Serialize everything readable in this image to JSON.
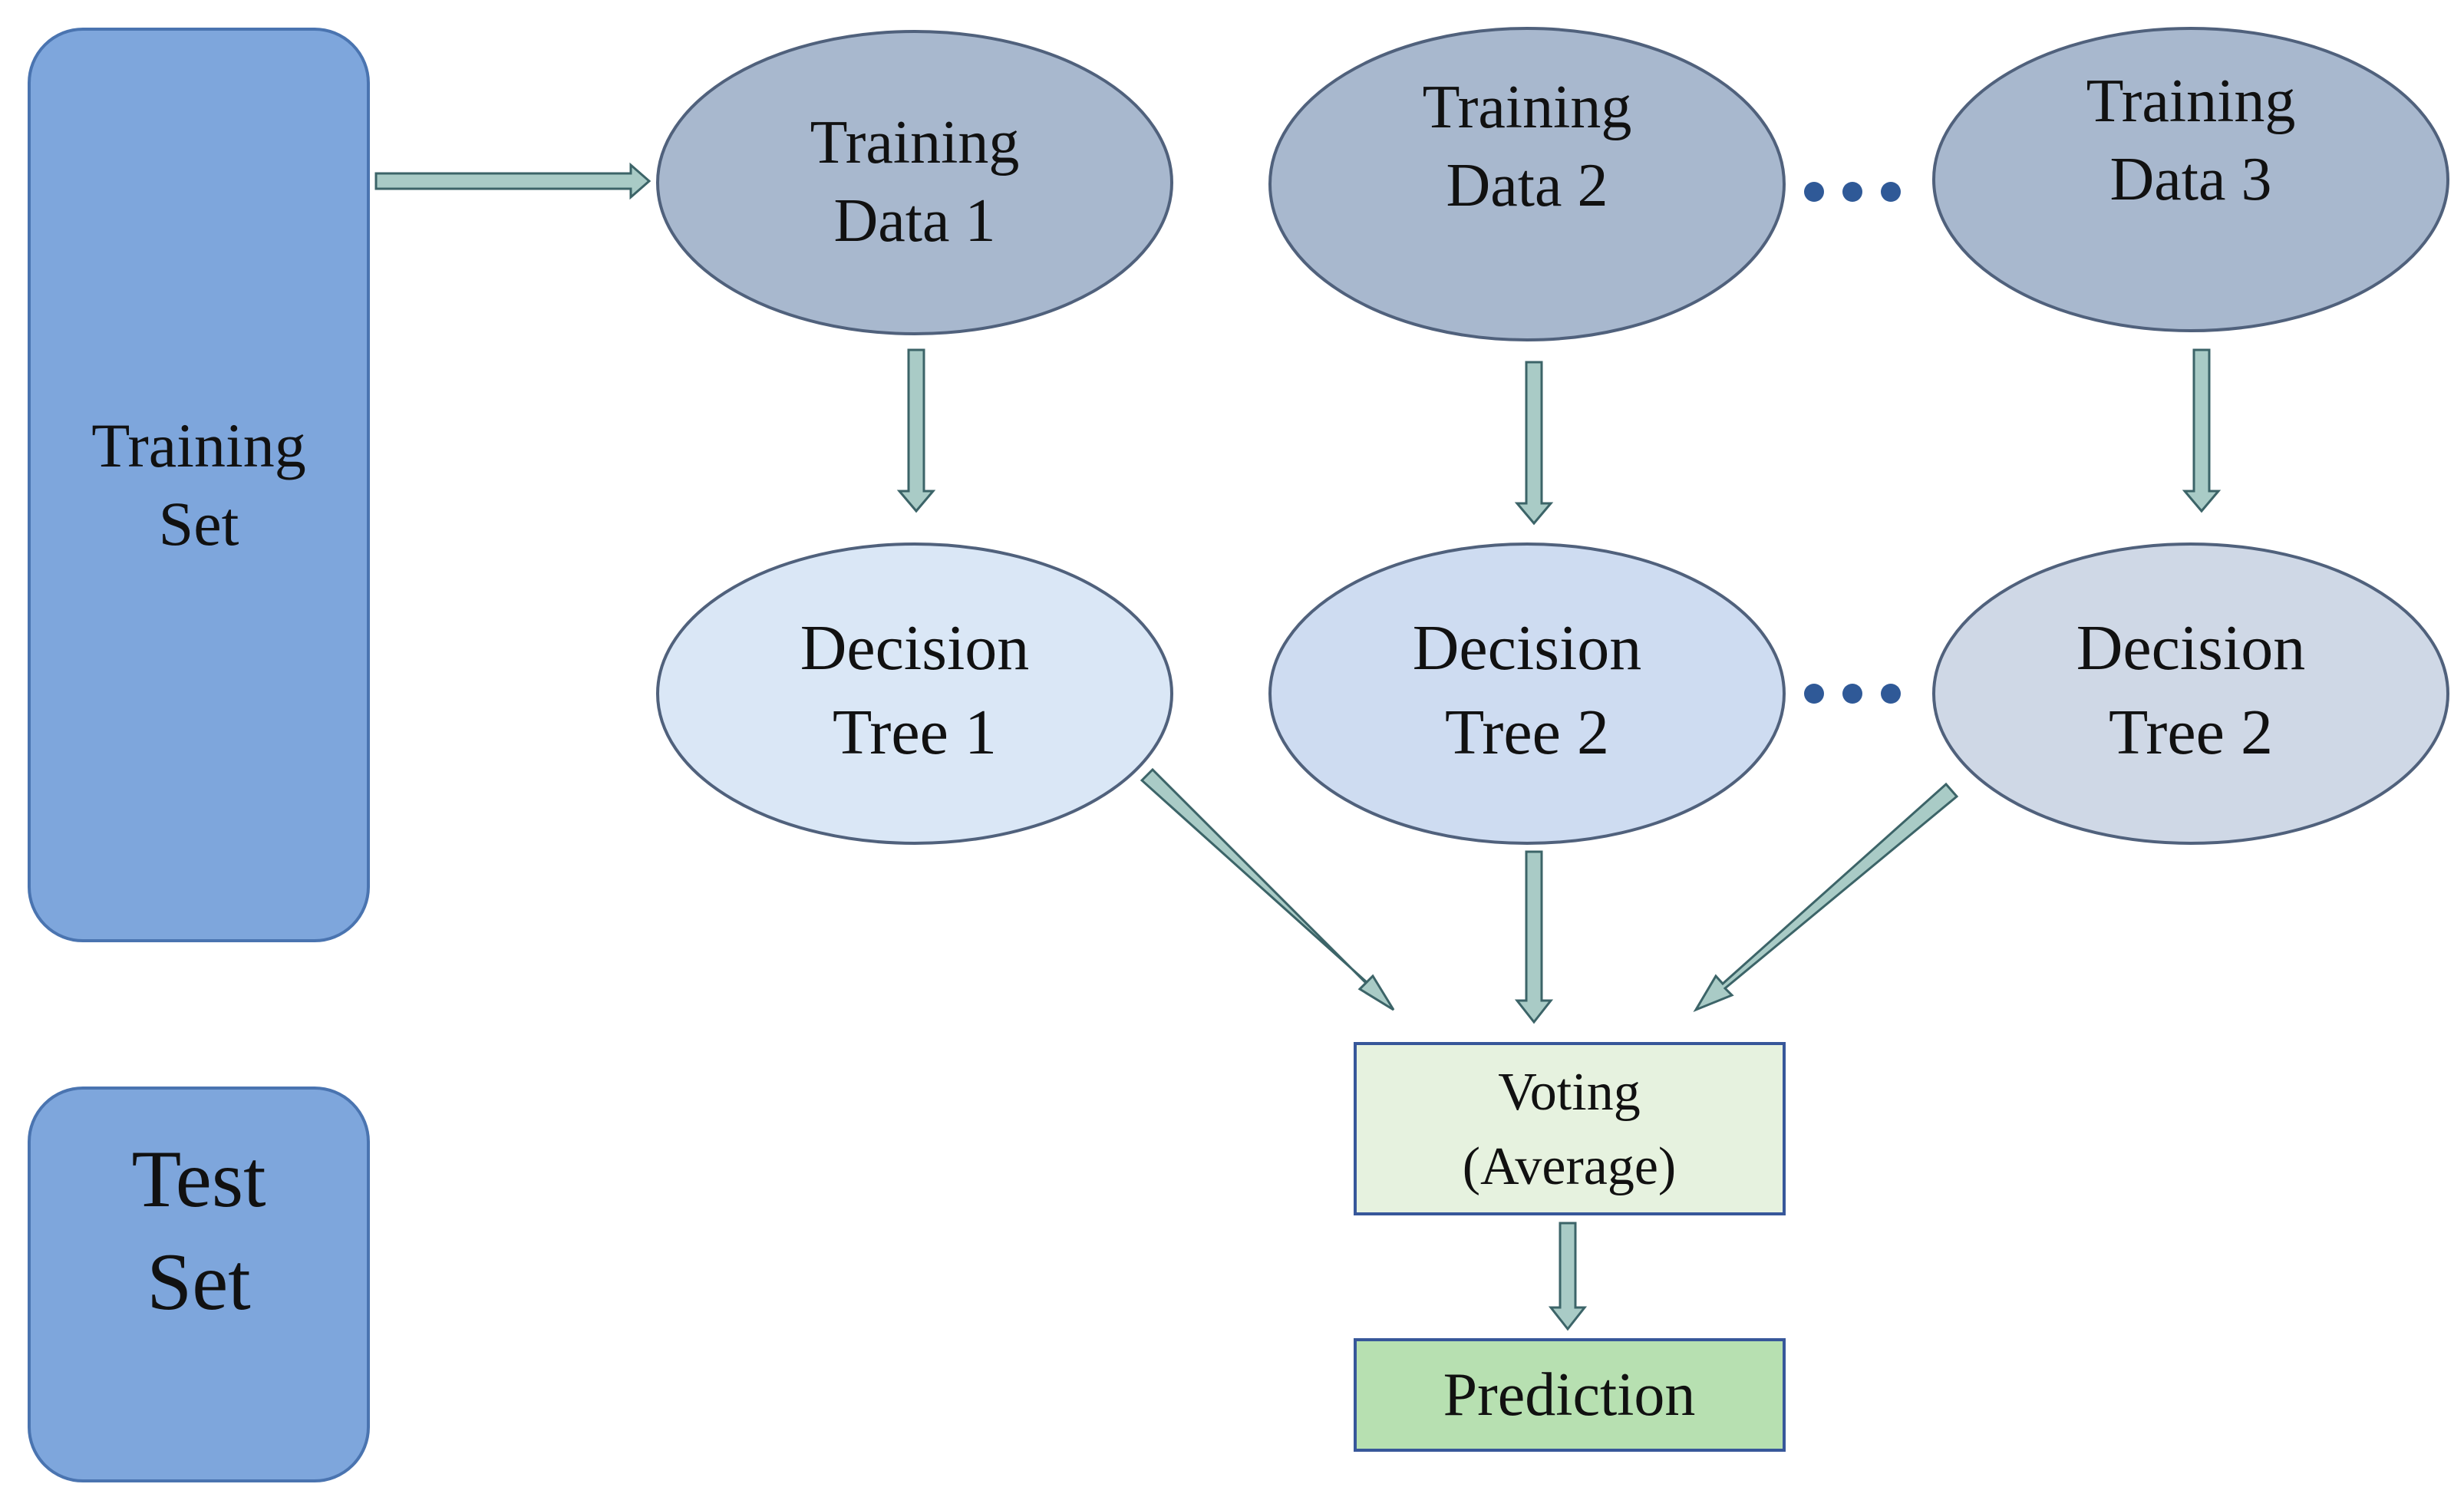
{
  "colors": {
    "set_box_fill": "#7EA6DC",
    "set_box_stroke": "#4A74B0",
    "training_data_fill": "#A8B8CE",
    "training_data_stroke": "#50617C",
    "tree1_fill": "#DAE7F6",
    "tree2_fill": "#CEDCF1",
    "tree3_fill": "#CFD8E6",
    "tree_stroke": "#50617C",
    "voting_fill": "#E6F2DF",
    "prediction_fill": "#B7E0B1",
    "result_stroke": "#37579A",
    "arrow_fill": "#A9CBC6",
    "arrow_stroke": "#3C6468",
    "ellipsis_dots": "#2F5997"
  },
  "training_set": {
    "line1": "Training",
    "line2": "Set"
  },
  "test_set": {
    "line1": "Test",
    "line2": "Set"
  },
  "training_data": [
    {
      "line1": "Training",
      "line2": "Data  1"
    },
    {
      "line1": "Training",
      "line2": "Data  2"
    },
    {
      "line1": "Training",
      "line2": "Data  3"
    }
  ],
  "decision_trees": [
    {
      "line1": "Decision",
      "line2": "Tree  1"
    },
    {
      "line1": "Decision",
      "line2": "Tree  2"
    },
    {
      "line1": "Decision",
      "line2": "Tree  2"
    }
  ],
  "voting": {
    "line1": "Voting",
    "line2": "(Average)"
  },
  "prediction": {
    "label": "Prediction"
  }
}
